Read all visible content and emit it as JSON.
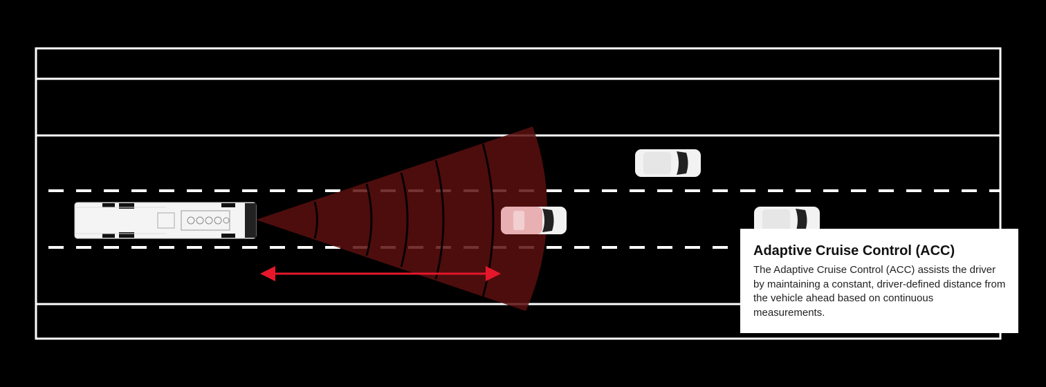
{
  "info": {
    "title": "Adaptive Cruise Control (ACC)",
    "description": "The Adaptive Cruise Control (ACC) assists the driver by maintaining a constant, driver-defined distance from the vehicle ahead based on continuous measurements."
  },
  "colors": {
    "background": "#000000",
    "road_lines": "#ffffff",
    "radar_fill": "#5a0f0f",
    "arrow": "#e5172b",
    "lead_vehicle_tint": "#e8a4a8",
    "vehicle_body": "#f2f2f2"
  },
  "icons": {
    "bus": "bus-top-view-icon",
    "car": "car-top-view-icon",
    "radar": "radar-cone",
    "distance": "double-headed-arrow"
  }
}
